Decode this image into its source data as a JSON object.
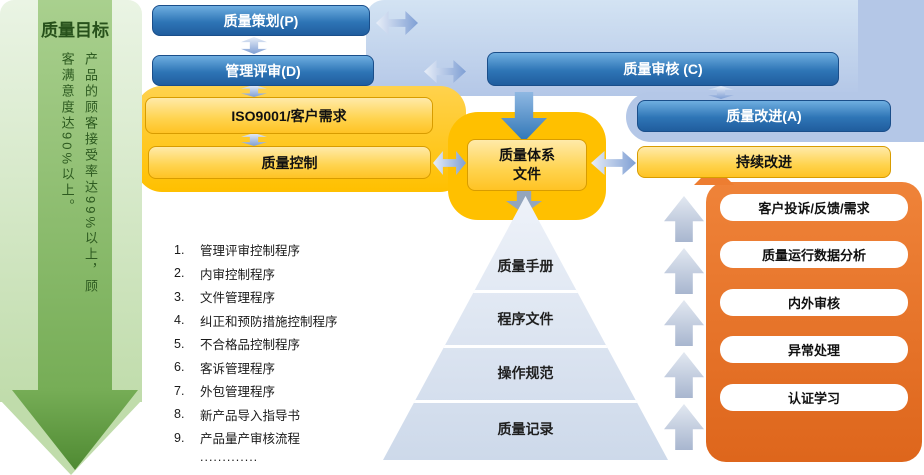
{
  "goal_banner": {
    "title": "质量目标",
    "text": "产品的顾客接受率达99%以上，顾客满意度达90%以上。"
  },
  "cycle": {
    "plan": "质量策划(P)",
    "do": "管理评审(D)",
    "check": "质量审核 (C)",
    "act": "质量改进(A)"
  },
  "core": {
    "requirements": "ISO9001/客户需求",
    "quality_control": "质量控制",
    "system_docs": "质量体系\n文件",
    "continuous_improvement": "持续改进"
  },
  "procedures": {
    "items": [
      {
        "num": "1.",
        "label": "管理评审控制程序"
      },
      {
        "num": "2.",
        "label": "内审控制程序"
      },
      {
        "num": "3.",
        "label": "文件管理程序"
      },
      {
        "num": "4.",
        "label": "纠正和预防措施控制程序"
      },
      {
        "num": "5.",
        "label": "不合格品控制程序"
      },
      {
        "num": "6.",
        "label": "客诉管理程序"
      },
      {
        "num": "7.",
        "label": "外包管理程序"
      },
      {
        "num": "8.",
        "label": "新产品导入指导书"
      },
      {
        "num": "9.",
        "label": "产品量产审核流程"
      }
    ],
    "ellipsis": "............."
  },
  "pyramid": {
    "levels": [
      "质量手册",
      "程序文件",
      "操作规范",
      "质量记录"
    ]
  },
  "feedback": {
    "items": [
      "客户投诉/反馈/需求",
      "质量运行数据分析",
      "内外审核",
      "异常处理",
      "认证学习"
    ]
  },
  "colors": {
    "blue": "#2E75B6",
    "light_blue_band": "#B4C7E7",
    "orange": "#FFC000",
    "deep_orange": "#ED7D31",
    "green_dark": "#538135",
    "green_light": "#A9D18E"
  }
}
